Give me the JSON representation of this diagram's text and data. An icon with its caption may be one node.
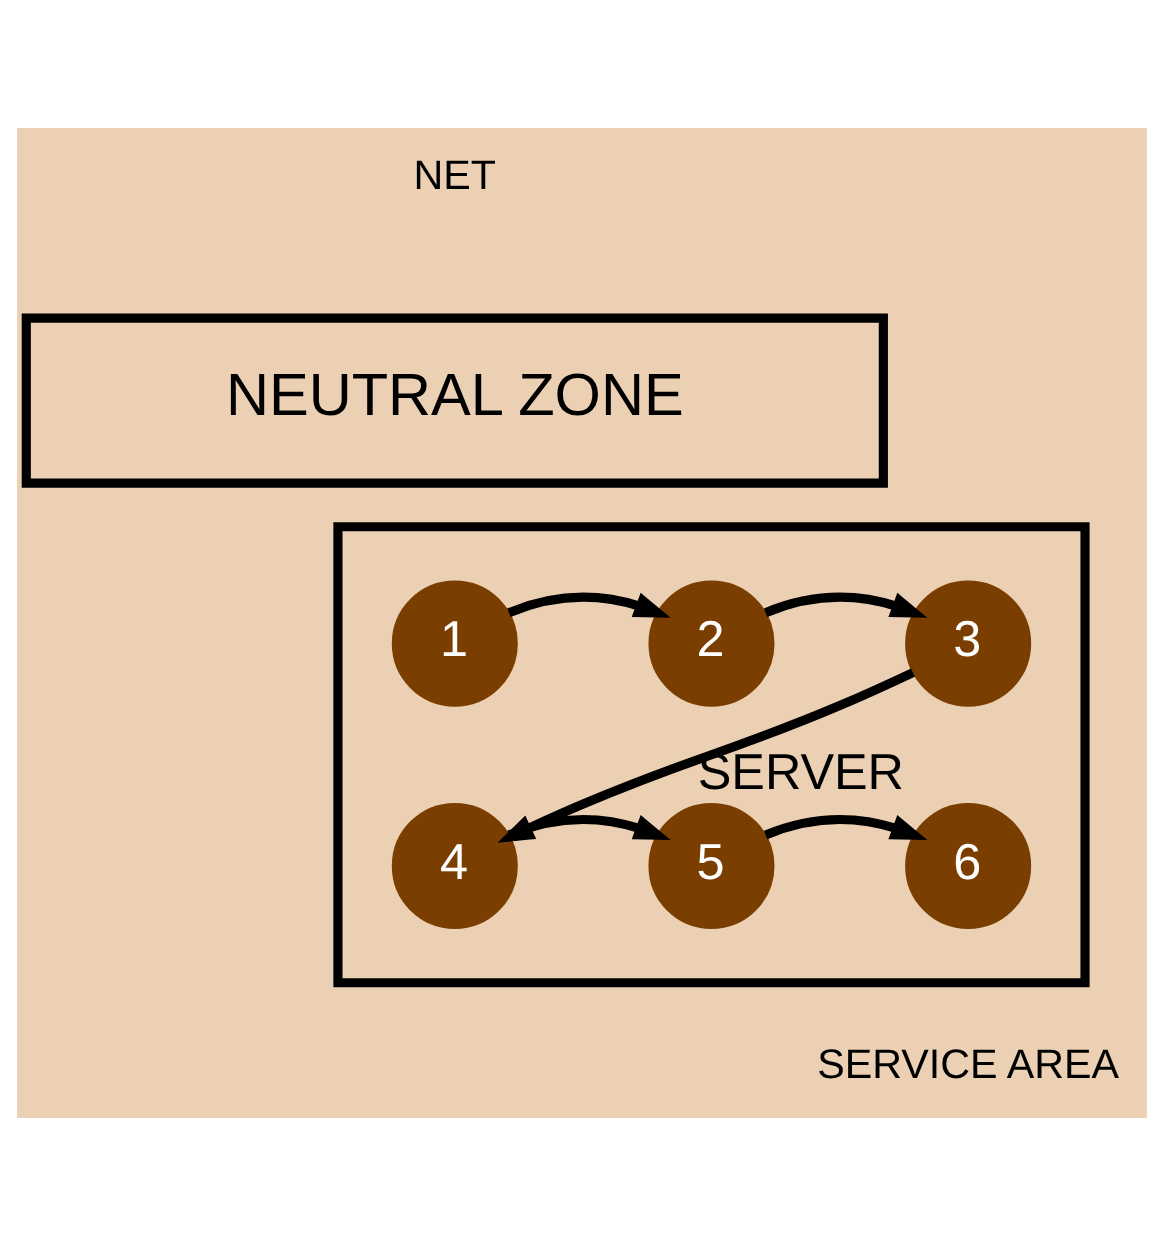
{
  "diagram": {
    "nodes": [
      {
        "text": [
          "NEUTRAL ZONE"
        ]
      },
      {
        "text": [],
        "shape": "box"
      },
      {
        "text": [
          "1"
        ],
        "in": 1
      },
      {
        "text": [
          "2"
        ],
        "in": 1
      },
      {
        "text": [
          "3"
        ],
        "in": 1
      },
      {
        "text": [
          "4"
        ],
        "in": 1
      },
      {
        "text": [
          "5"
        ],
        "in": 1
      },
      {
        "text": [
          "6"
        ],
        "in": 1,
        "beside": [
          "SERVER"
        ]
      }
    ],
    "edges": [
      {
        "from": 2,
        "to": 3,
        "arrow": "to"
      },
      {
        "from": 3,
        "to": 4,
        "arrow": "to"
      },
      {
        "from": 4,
        "to": 5,
        "arrow": "to"
      },
      {
        "from": 5,
        "to": 6,
        "arrow": "to"
      },
      {
        "from": 6,
        "to": 7,
        "arrow": "to"
      }
    ],
    "labels": [
      "NET",
      "SERVICE AREA"
    ]
  }
}
